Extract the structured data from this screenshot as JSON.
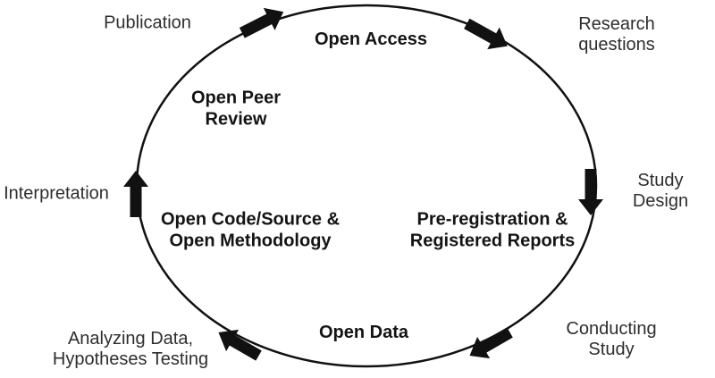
{
  "cycle": {
    "stages": [
      {
        "id": "publication",
        "label": "Publication"
      },
      {
        "id": "research-questions",
        "label": "Research questions"
      },
      {
        "id": "study-design",
        "label": "Study Design"
      },
      {
        "id": "conducting-study",
        "label": "Conducting Study"
      },
      {
        "id": "analyzing-data",
        "label": "Analyzing Data,\nHypotheses Testing"
      },
      {
        "id": "interpretation",
        "label": "Interpretation"
      }
    ],
    "practices": [
      {
        "id": "open-access",
        "label": "Open Access"
      },
      {
        "id": "pre-registration",
        "label": "Pre-registration &\nRegistered Reports"
      },
      {
        "id": "open-data",
        "label": "Open Data"
      },
      {
        "id": "open-code",
        "label": "Open Code/Source &\nOpen Methodology"
      },
      {
        "id": "open-peer-review",
        "label": "Open Peer\nReview"
      }
    ],
    "direction": "clockwise",
    "arrow_count": 6,
    "colors": {
      "background": "#ffffff",
      "ellipse_stroke": "#111111",
      "arrow_fill": "#111111",
      "stage_text": "#2e2e2e",
      "practice_text": "#141414"
    }
  }
}
